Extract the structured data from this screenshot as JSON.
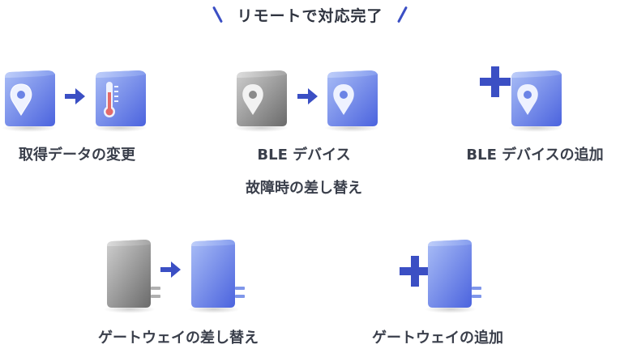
{
  "header": {
    "title": "リモートで対応完了"
  },
  "colors": {
    "accent": "#3b4fc4",
    "device_blue_light": "#9eb4f3",
    "device_blue_dark": "#4f68e0",
    "device_gray_light": "#c7c7c7",
    "device_gray_dark": "#6f6f6f"
  },
  "items": [
    {
      "id": "change-data",
      "captions": [
        "取得データの変更"
      ],
      "icons": [
        "pin-device-icon",
        "arrow-right-icon",
        "thermometer-device-icon"
      ]
    },
    {
      "id": "replace-ble",
      "captions": [
        "BLE デバイス",
        "故障時の差し替え"
      ],
      "icons": [
        "gray-pin-device-icon",
        "arrow-right-icon",
        "pin-device-icon"
      ]
    },
    {
      "id": "add-ble",
      "captions": [
        "BLE デバイスの追加"
      ],
      "icons": [
        "plus-icon",
        "pin-device-icon"
      ]
    },
    {
      "id": "replace-gateway",
      "captions": [
        "ゲートウェイの差し替え"
      ],
      "icons": [
        "gray-gateway-icon",
        "arrow-right-icon",
        "gateway-icon"
      ]
    },
    {
      "id": "add-gateway",
      "captions": [
        "ゲートウェイの追加"
      ],
      "icons": [
        "plus-icon",
        "gateway-icon"
      ]
    }
  ]
}
